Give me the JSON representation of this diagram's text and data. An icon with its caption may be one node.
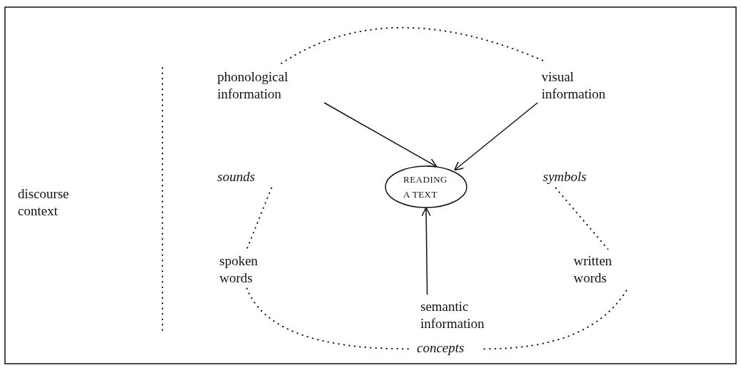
{
  "diagram": {
    "nodes": [
      {
        "text": [
          "phonological information"
        ]
      },
      {
        "text": [
          "visual information"
        ]
      },
      {
        "text": [
          "sounds"
        ]
      },
      {
        "text": [
          "symbols"
        ]
      },
      {
        "text": [
          "READING A TEXT"
        ]
      },
      {
        "text": [
          "spoken words"
        ]
      },
      {
        "text": [
          "written words"
        ]
      },
      {
        "text": [
          "semantic information"
        ]
      },
      {
        "text": [
          "concepts"
        ]
      }
    ],
    "edges": [
      {
        "from": 0,
        "to": 4,
        "arrow": "to"
      },
      {
        "from": 1,
        "to": 4,
        "arrow": "to"
      },
      {
        "from": 7,
        "to": 4,
        "arrow": "to"
      },
      {
        "from": 0,
        "to": 1,
        "arrow": "none",
        "style": "dashed"
      },
      {
        "from": 2,
        "to": 5,
        "arrow": "none",
        "style": "dashed"
      },
      {
        "from": 3,
        "to": 6,
        "arrow": "none",
        "style": "dashed"
      },
      {
        "from": 5,
        "to": 8,
        "arrow": "none",
        "style": "dashed"
      },
      {
        "from": 8,
        "to": 6,
        "arrow": "none",
        "style": "dashed"
      }
    ],
    "labels": [
      "discourse context"
    ]
  }
}
